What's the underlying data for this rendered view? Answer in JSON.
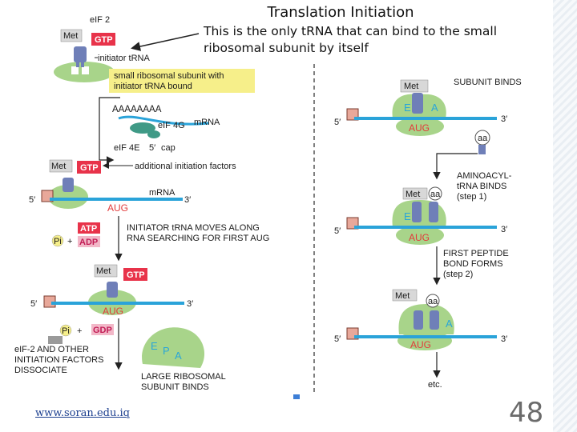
{
  "title": "Translation Initiation",
  "subtitle_lines": [
    "This is the only tRNA that can bind to the small",
    "ribosomal subunit by itself"
  ],
  "footer": {
    "url": "www.soran.edu.iq",
    "page_number": "48"
  },
  "left_pathway": {
    "eif2": "eIF 2",
    "met": "Met",
    "gtp": "GTP",
    "initiator_trna": "initiator tRNA",
    "subunit_box": [
      "small ribosomal subunit with",
      "initiator tRNA bound"
    ],
    "poly_a": "AAAAAAAA",
    "eif4g": "eIF 4G",
    "mrna": "mRNA",
    "eif4e": "eIF 4E",
    "five_prime": "5′",
    "cap": "cap",
    "additional_factors": "additional initiation factors",
    "three_prime": "3′",
    "aug": "AUG",
    "atp": "ATP",
    "adp": "ADP",
    "pi": "Pi",
    "plus": "+",
    "scanning_text": [
      "INITIATOR tRNA MOVES ALONG",
      "RNA SEARCHING FOR FIRST AUG"
    ],
    "gdp": "GDP",
    "dissociate_text": [
      "eIF-2 AND OTHER",
      "INITIATION FACTORS",
      "DISSOCIATE"
    ],
    "large_subunit_text": [
      "LARGE RIBOSOMAL",
      "SUBUNIT BINDS"
    ],
    "sites": [
      "E",
      "P",
      "A"
    ]
  },
  "right_pathway": {
    "met": "Met",
    "aa": "aa",
    "subunit_binds": "SUBUNIT BINDS",
    "five_prime": "5′",
    "three_prime": "3′",
    "aug": "AUG",
    "site_e": "E",
    "site_a": "A",
    "aminoacyl_text": [
      "AMINOACYL-",
      "tRNA BINDS",
      "(step 1)"
    ],
    "peptide_text": [
      "FIRST PEPTIDE",
      "BOND FORMS",
      "(step 2)"
    ],
    "etc": "etc."
  },
  "colors": {
    "mrna": "#2aa3d9",
    "ribosome": "#a8d48a",
    "gtp": "#e8334a",
    "trna": "#6f7fb8",
    "highlight": "#f6ef8a",
    "site_label": "#2aa6d8",
    "aug": "#e23a3a"
  }
}
